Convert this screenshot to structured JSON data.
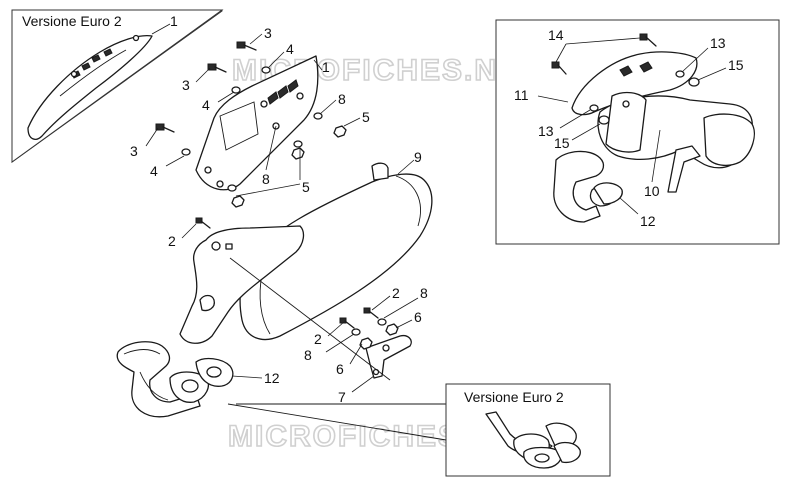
{
  "watermark": "MICROFICHES.NET",
  "insets": {
    "top_left_label": "Versione Euro 2",
    "bottom_right_label": "Versione Euro 2"
  },
  "callouts": [
    {
      "id": "c-tl-1",
      "text": "1"
    },
    {
      "id": "c-3a",
      "text": "3"
    },
    {
      "id": "c-4a",
      "text": "4"
    },
    {
      "id": "c-3b",
      "text": "3"
    },
    {
      "id": "c-4b",
      "text": "4"
    },
    {
      "id": "c-1",
      "text": "1"
    },
    {
      "id": "c-8a",
      "text": "8"
    },
    {
      "id": "c-5a",
      "text": "5"
    },
    {
      "id": "c-3c",
      "text": "3"
    },
    {
      "id": "c-4c",
      "text": "4"
    },
    {
      "id": "c-8b",
      "text": "8"
    },
    {
      "id": "c-5b",
      "text": "5"
    },
    {
      "id": "c-9",
      "text": "9"
    },
    {
      "id": "c-2a",
      "text": "2"
    },
    {
      "id": "c-2b",
      "text": "2"
    },
    {
      "id": "c-8c",
      "text": "8"
    },
    {
      "id": "c-6a",
      "text": "6"
    },
    {
      "id": "c-2c",
      "text": "2"
    },
    {
      "id": "c-8d",
      "text": "8"
    },
    {
      "id": "c-6b",
      "text": "6"
    },
    {
      "id": "c-7",
      "text": "7"
    },
    {
      "id": "c-12",
      "text": "12"
    },
    {
      "id": "c-14",
      "text": "14"
    },
    {
      "id": "c-13a",
      "text": "13"
    },
    {
      "id": "c-15a",
      "text": "15"
    },
    {
      "id": "c-11",
      "text": "11"
    },
    {
      "id": "c-13b",
      "text": "13"
    },
    {
      "id": "c-15b",
      "text": "15"
    },
    {
      "id": "c-10",
      "text": "10"
    },
    {
      "id": "c-12b",
      "text": "12"
    }
  ]
}
